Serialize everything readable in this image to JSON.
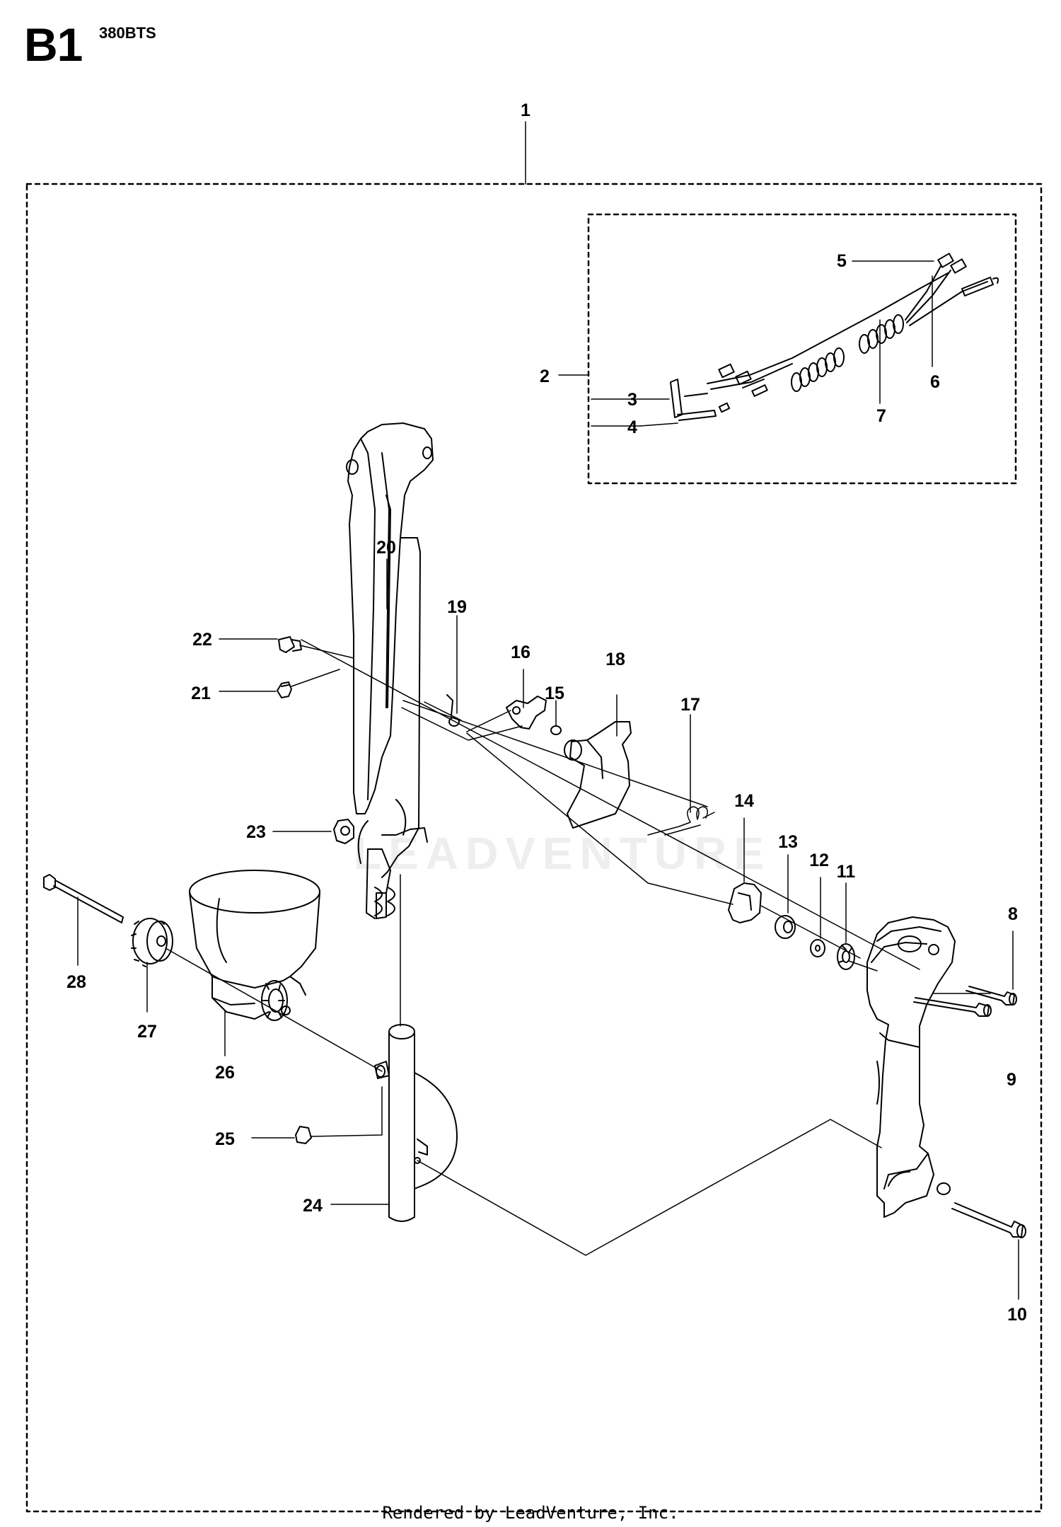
{
  "header": {
    "code": "B1",
    "model": "380BTS"
  },
  "footer": {
    "text": "Rendered by LeadVenture, Inc."
  },
  "watermark": {
    "text": "LEADVENTURE"
  },
  "callouts": [
    {
      "id": "1",
      "label": "1"
    },
    {
      "id": "2",
      "label": "2"
    },
    {
      "id": "3",
      "label": "3"
    },
    {
      "id": "4",
      "label": "4"
    },
    {
      "id": "5",
      "label": "5"
    },
    {
      "id": "6",
      "label": "6"
    },
    {
      "id": "7",
      "label": "7"
    },
    {
      "id": "8",
      "label": "8"
    },
    {
      "id": "9",
      "label": "9"
    },
    {
      "id": "10",
      "label": "10"
    },
    {
      "id": "11",
      "label": "11"
    },
    {
      "id": "12",
      "label": "12"
    },
    {
      "id": "13",
      "label": "13"
    },
    {
      "id": "14",
      "label": "14"
    },
    {
      "id": "15",
      "label": "15"
    },
    {
      "id": "16",
      "label": "16"
    },
    {
      "id": "17",
      "label": "17"
    },
    {
      "id": "18",
      "label": "18"
    },
    {
      "id": "19",
      "label": "19"
    },
    {
      "id": "20",
      "label": "20"
    },
    {
      "id": "21",
      "label": "21"
    },
    {
      "id": "22",
      "label": "22"
    },
    {
      "id": "23",
      "label": "23"
    },
    {
      "id": "24",
      "label": "24"
    },
    {
      "id": "25",
      "label": "25"
    },
    {
      "id": "26",
      "label": "26"
    },
    {
      "id": "27",
      "label": "27"
    },
    {
      "id": "28",
      "label": "28"
    }
  ]
}
